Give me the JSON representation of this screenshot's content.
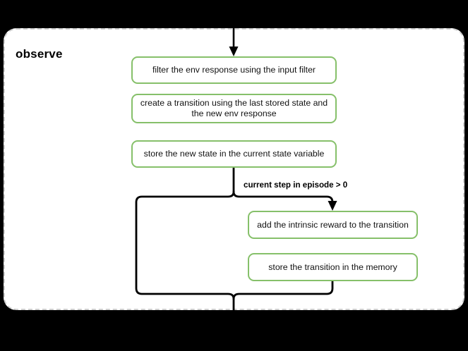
{
  "diagram": {
    "title": "observe",
    "background_color": "#000000",
    "container_color": "#ffffff",
    "container_border_color": "#cfcfcf",
    "node_border_color": "#86c06a",
    "edge_color": "#000000",
    "nodes": [
      {
        "id": "filter",
        "label": "filter the env response using the input filter"
      },
      {
        "id": "create",
        "label": "create a transition using the last stored state and the new env response"
      },
      {
        "id": "store",
        "label": "store the new state in the current state variable"
      },
      {
        "id": "intrinsic",
        "label": "add the intrinsic reward to the transition"
      },
      {
        "id": "memory",
        "label": "store the transition in the memory"
      }
    ],
    "edges": {
      "condition_label": "current step in episode > 0"
    }
  }
}
